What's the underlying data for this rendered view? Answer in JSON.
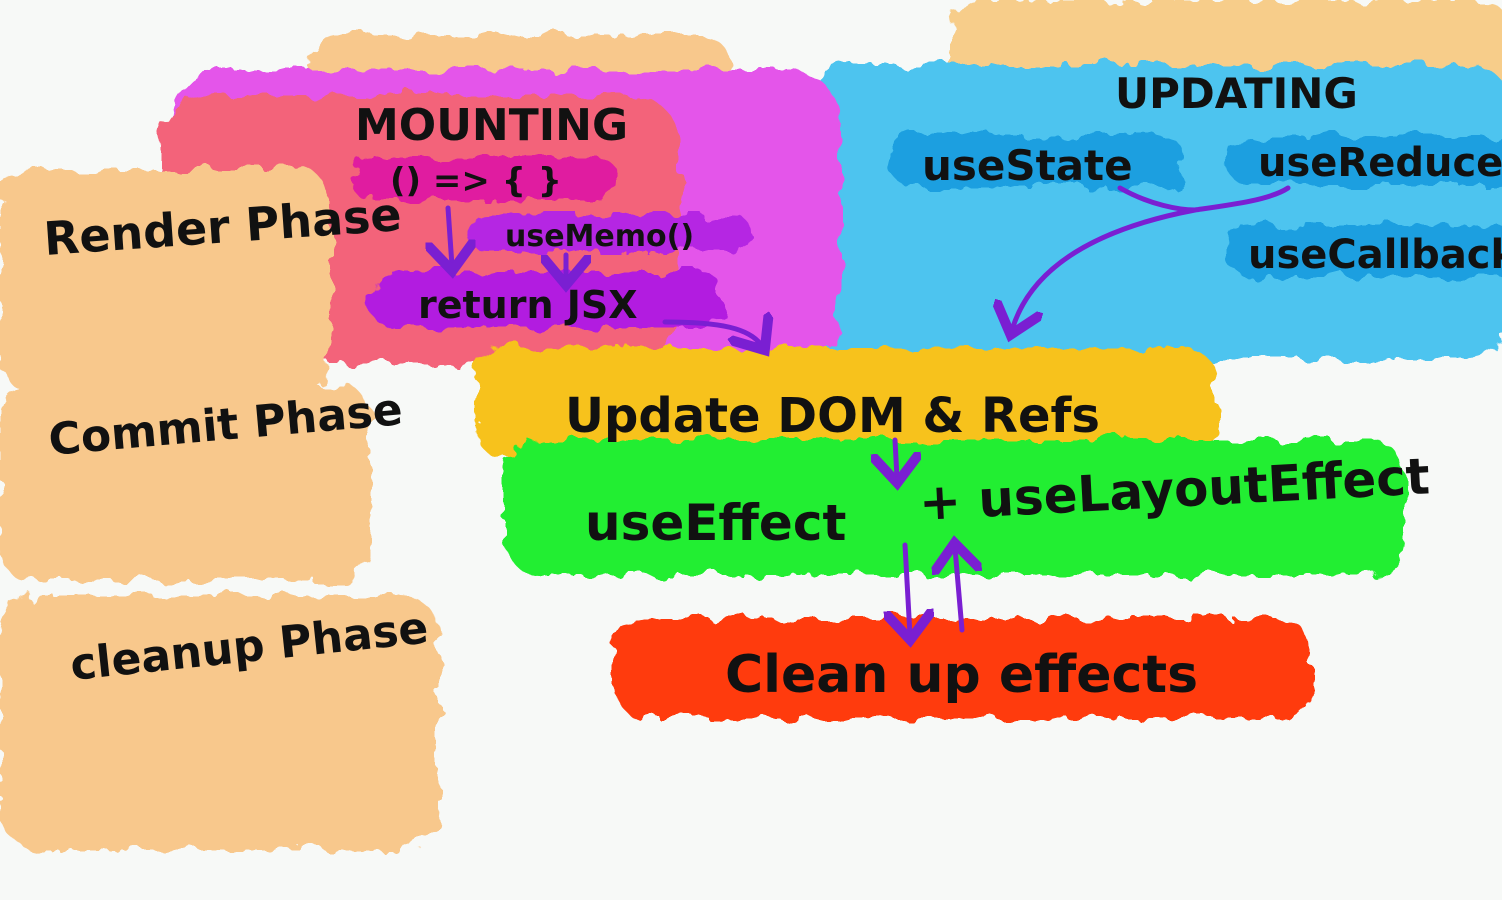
{
  "colors": {
    "phase_orange": "#f8c88c",
    "mounting_pink": "#f3647a",
    "mounting_magenta": "#e455ea",
    "updating_blue": "#4ec4ef",
    "updating_orange": "#f7cd8a",
    "commit_yellow": "#f7c21c",
    "effect_green": "#22ee30",
    "cleanup_red": "#ff3b10",
    "arrow_purple": "#7a1fd2"
  },
  "phases": {
    "render": "Render Phase",
    "commit": "Commit Phase",
    "cleanup": "cleanup Phase"
  },
  "mounting": {
    "title": "MOUNTING",
    "fn": "() => { }",
    "memo": "useMemo()",
    "jsx": "return JSX"
  },
  "updating": {
    "title": "UPDATING",
    "state": "useState",
    "reducer": "useReducer",
    "callback": "useCallback"
  },
  "commit": {
    "dom": "Update DOM & Refs",
    "effect": "useEffect",
    "layout_effect": "+ useLayoutEffect"
  },
  "cleanup": {
    "label": "Clean up effects"
  }
}
